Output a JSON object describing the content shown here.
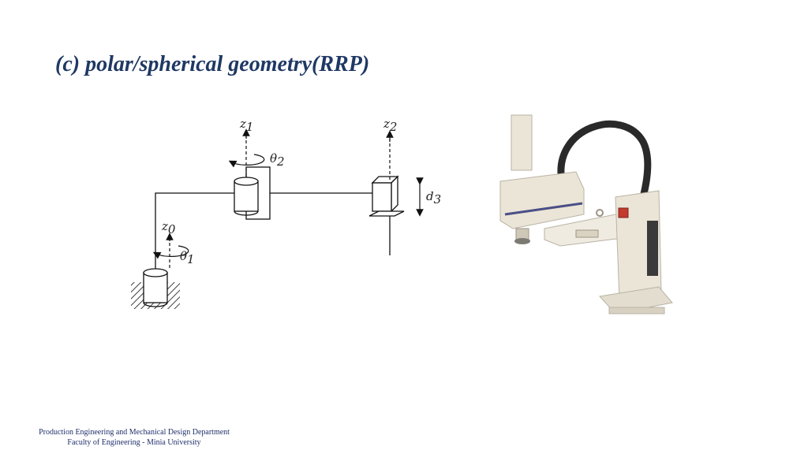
{
  "slide": {
    "title": "(c) polar/spherical geometry(RRP)"
  },
  "diagram": {
    "labels": {
      "z0": "z",
      "z0_sub": "0",
      "z1": "z",
      "z1_sub": "1",
      "z2": "z",
      "z2_sub": "2",
      "theta1": "θ",
      "theta1_sub": "1",
      "theta2": "θ",
      "theta2_sub": "2",
      "d3": "d",
      "d3_sub": "3"
    }
  },
  "footer": {
    "line1": "Production Engineering and Mechanical Design Department",
    "line2": "Faculty of Engineering  -  Minia University"
  },
  "colors": {
    "title": "#1f3864",
    "footer": "#1f2f6b",
    "robot_body": "#ece7dc",
    "robot_cable": "#2a2a2a",
    "robot_stripe": "#4b4f86"
  }
}
